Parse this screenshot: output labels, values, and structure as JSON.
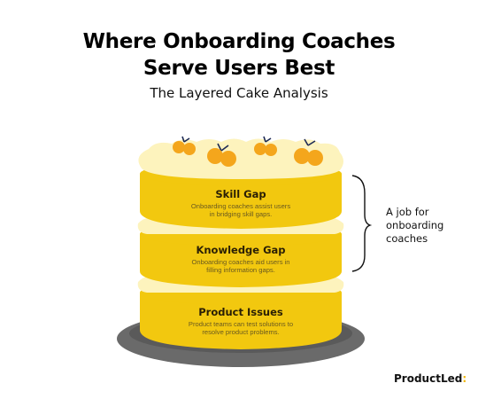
{
  "title_line1": "Where Onboarding Coaches",
  "title_line2": "Serve Users Best",
  "subtitle": "The Layered Cake Analysis",
  "layers": [
    {
      "title": "Skill Gap",
      "desc_line1": "Onboarding coaches assist users",
      "desc_line2": "in bridging skill gaps."
    },
    {
      "title": "Knowledge Gap",
      "desc_line1": "Onboarding coaches aid users in",
      "desc_line2": "filling information gaps."
    },
    {
      "title": "Product Issues",
      "desc_line1": "Product teams can test solutions to",
      "desc_line2": "resolve product problems."
    }
  ],
  "side_label": {
    "line1": "A job for",
    "line2": "onboarding",
    "line3": "coaches"
  },
  "brand": {
    "name": "ProductLed",
    "mark": ":"
  },
  "colors": {
    "cake": "#f2c80f",
    "cake_edge": "#ddb000",
    "cream": "#fdf3bd",
    "plate": "#6a6a6a",
    "cherry": "#f4a61c",
    "stem": "#1d2a55"
  },
  "icons": [
    "cherry-icon",
    "bracket-icon"
  ]
}
